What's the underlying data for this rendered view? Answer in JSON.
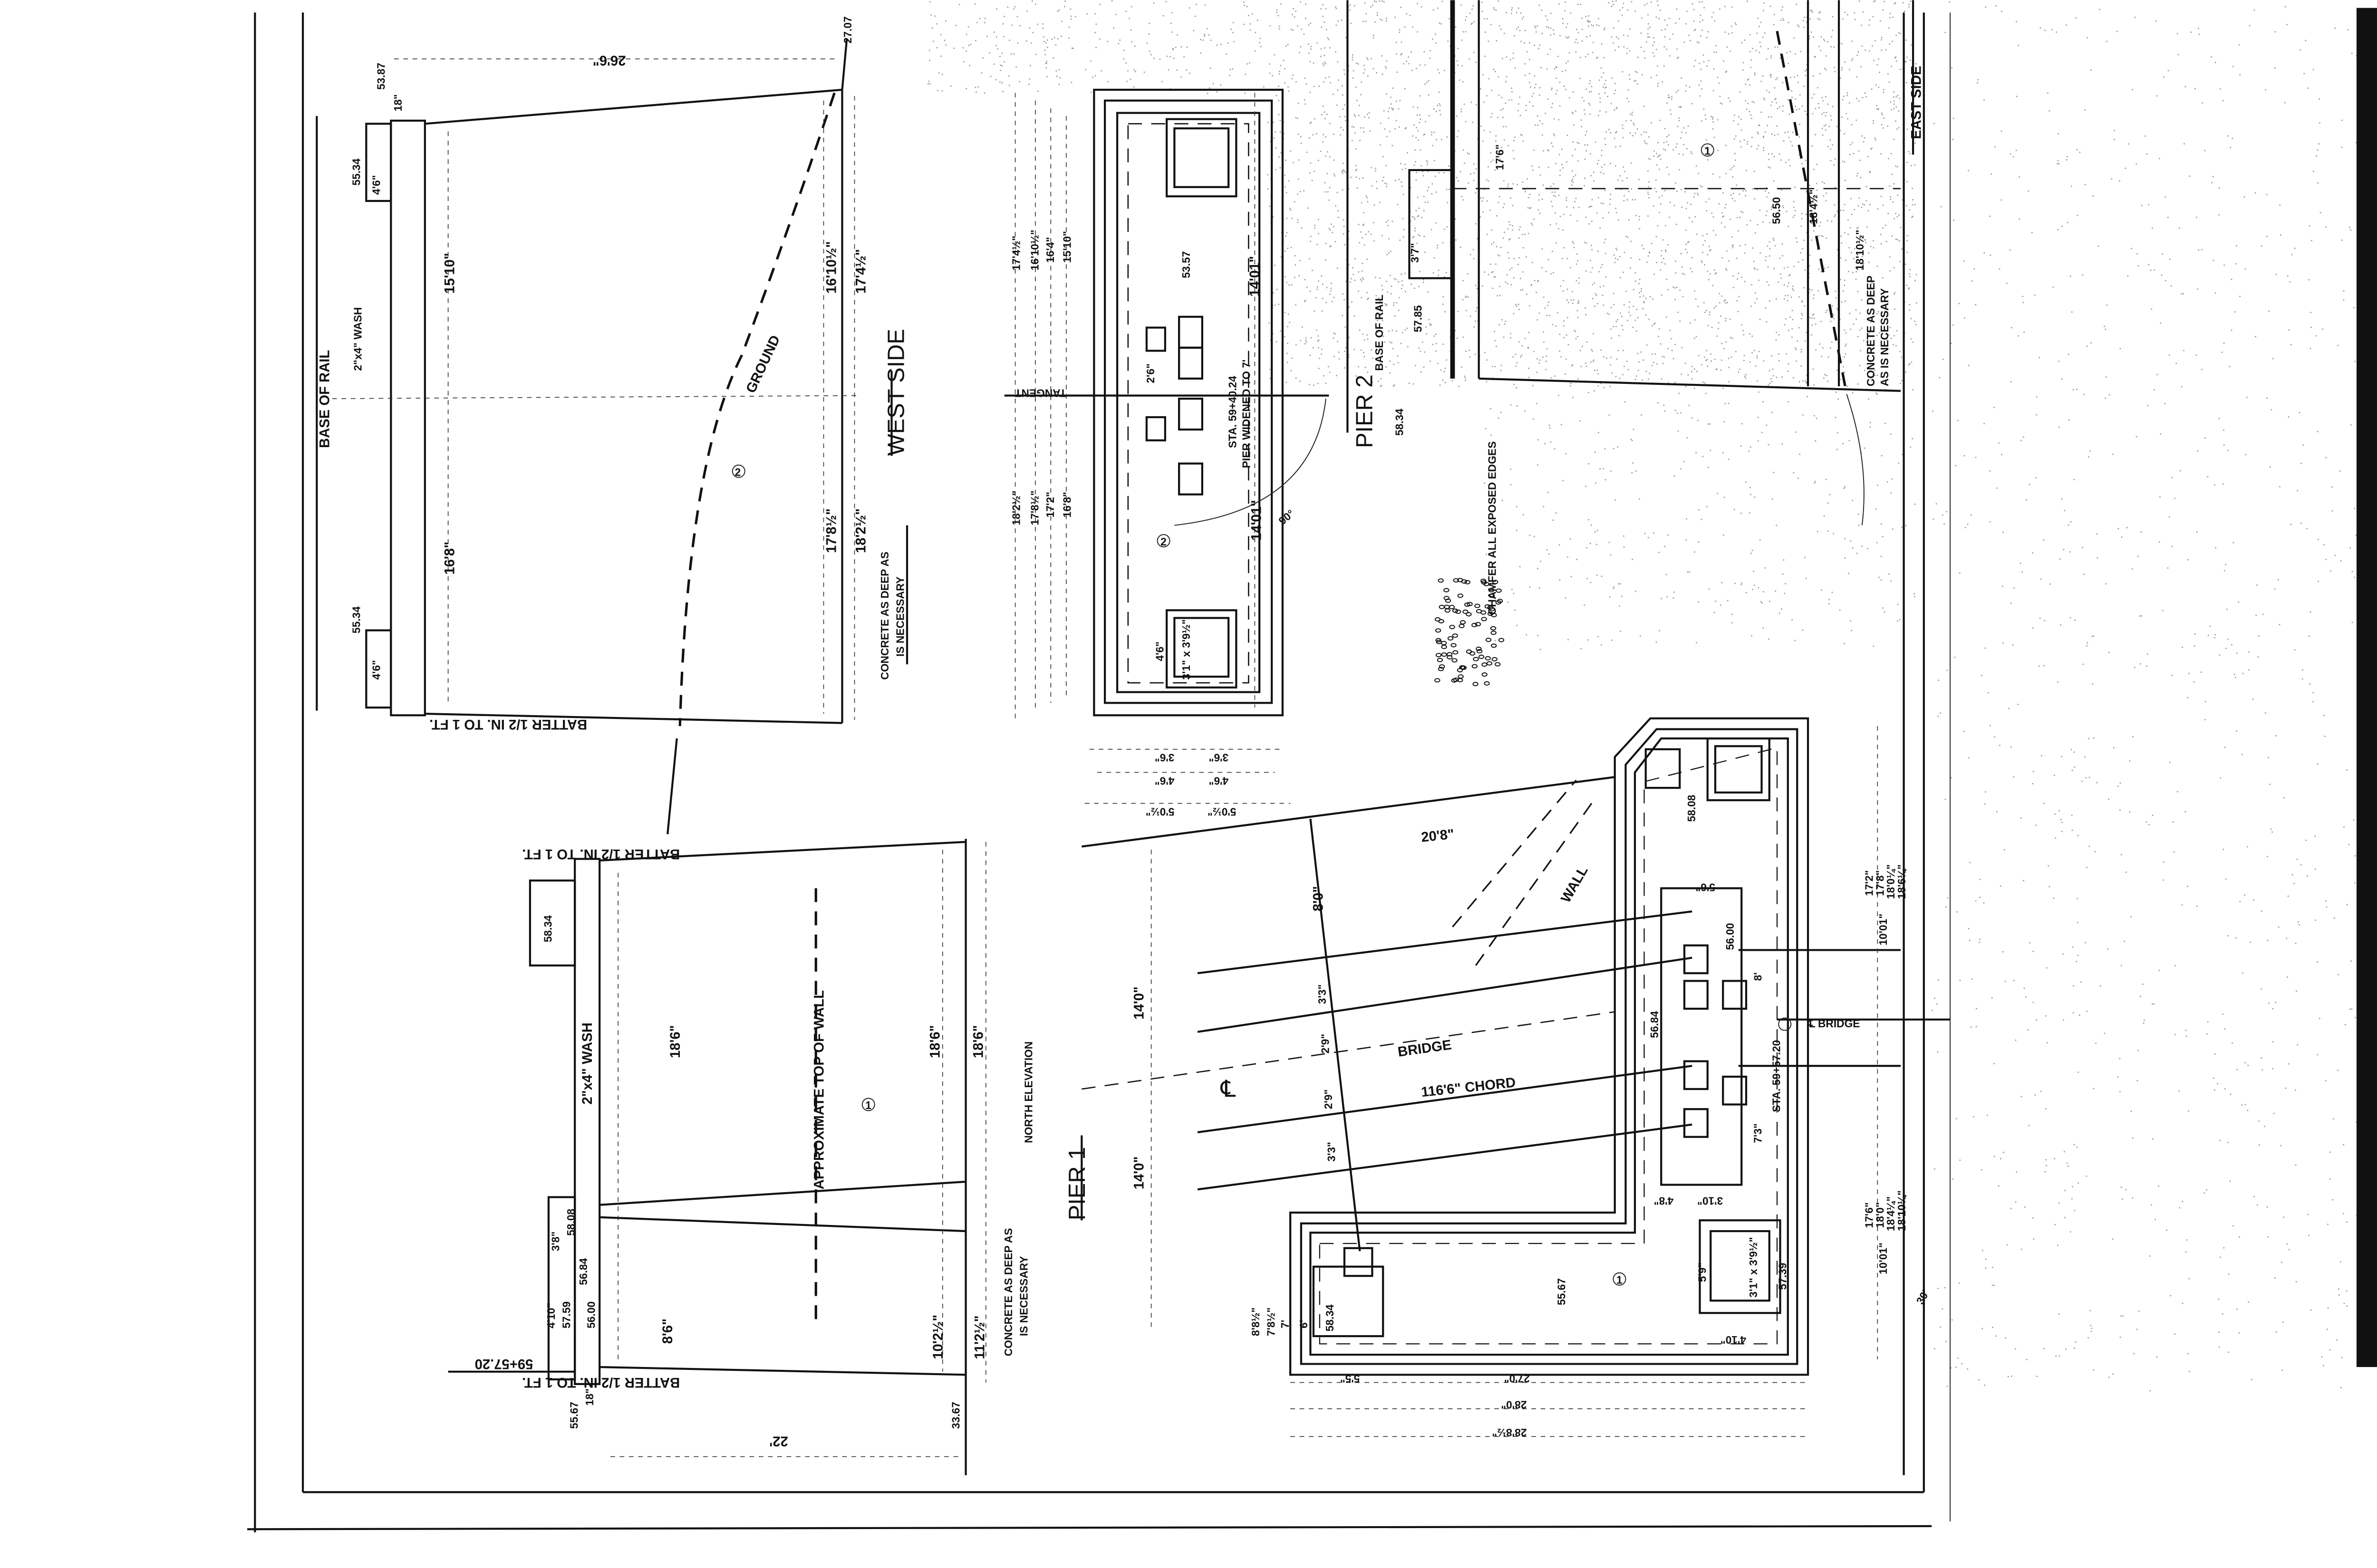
{
  "west_side": {
    "title": "WEST SIDE",
    "base_of_rail": "BASE OF RAIL",
    "wash": "2\"x4\" WASH",
    "ground": "GROUND",
    "batter": "BATTER 1/2 IN. TO 1 FT.",
    "concrete_1": "CONCRETE AS DEEP AS",
    "concrete_2": "IS NECESSARY",
    "circle_mark": "2",
    "dims": [
      "26'6\"",
      "53.87",
      "18\"",
      "55.34",
      "4'6\"",
      "55.34",
      "4'6\"",
      "15'10\"",
      "16'8\"",
      "16'10½\"",
      "17'4½\"",
      "17'8½\"",
      "18'2½\"",
      "27.07"
    ]
  },
  "north_elevation": {
    "title": "NORTH ELEVATION",
    "pier_label": "PIER 1",
    "wash": "2\"x4\" WASH",
    "approx_top": "APPROXIMATE TOP OF WALL",
    "batter": "BATTER 1/2 IN. TO 1 FT.",
    "concrete_1": "CONCRETE AS DEEP AS",
    "concrete_2": "IS NECESSARY",
    "circle_mark": "1",
    "dims": [
      "58.34",
      "18'6\"",
      "18'6\"",
      "18'6\"",
      "8'6\"",
      "10'2½\"",
      "11'2½\"",
      "3'8\"",
      "58.08",
      "4'10\"",
      "57.59",
      "56.84",
      "56.00",
      "59+57.20",
      "55.67",
      "18\"",
      "33.67",
      "22'"
    ]
  },
  "pier2": {
    "title": "PIER 2",
    "base_of_rail": "BASE OF RAIL",
    "tangent": "TANGENT",
    "widened": "PIER WIDENED TO 7'",
    "station": "STA. 59+40.24",
    "chamfer": "CHAMFER ALL EXPOSED EDGES",
    "circle_mark": "2",
    "circle_mark_east": "1",
    "dims": [
      "53.57",
      "14'01\"",
      "14'01\"",
      "90°",
      "3'6\"",
      "3'6\"",
      "4'6\"",
      "4'6\"",
      "5'0½\"",
      "5'0½\"",
      "17'4½\"",
      "16'10½\"",
      "16'4\"",
      "15'10\"",
      "18'2½\"",
      "17'8½\"",
      "17'2\"",
      "16'8\"",
      "4'6\"",
      "58.34",
      "57.85",
      "3'7\"",
      "17'6\"",
      "2'6\"",
      "3'1\" x 3'9½\""
    ]
  },
  "pier1_plan": {
    "bridge": "BRIDGE",
    "chord": "116'6\" CHORD",
    "centerline": "℄",
    "wall": "WALL",
    "station": "STA. 59+57.20",
    "bridge_cl": "℄ BRIDGE",
    "circle_mark": "1",
    "dims": [
      "20'8\"",
      "8'0\"",
      "3'3\"",
      "2'9\"",
      "2'9\"",
      "3'3\"",
      "14'0\"",
      "14'0\"",
      "56.84",
      "56.00",
      "55.67",
      "58.34",
      "57.39",
      "58.08",
      "27'0\"",
      "28'0\"",
      "28'8½\"",
      "17'2\"",
      "17'8\"",
      "18'0¼\"",
      "18'6¼\"",
      "10'01\"",
      "17'6\"",
      "18'0\"",
      "18'4¼\"",
      "18'10¼\"",
      "10'01\"",
      "30'",
      "8'8½\"",
      "7'8½\"",
      "7'",
      "6'",
      "5'9\"",
      "3'1\" x 3'9½\"",
      "4'10\"",
      "3'10\"",
      "4'8\"",
      "5'6\"",
      "5'5\"",
      "7'3\"",
      "8'"
    ]
  },
  "east_side": {
    "title": "EAST SIDE",
    "concrete_1": "CONCRETE AS DEEP",
    "concrete_2": "AS IS NECESSARY",
    "dims": [
      "56.50",
      "18'4½\"",
      "18'10½\""
    ]
  },
  "colors": {
    "ink": "#111111",
    "paper": "#ffffff",
    "speckle": "#555555"
  }
}
